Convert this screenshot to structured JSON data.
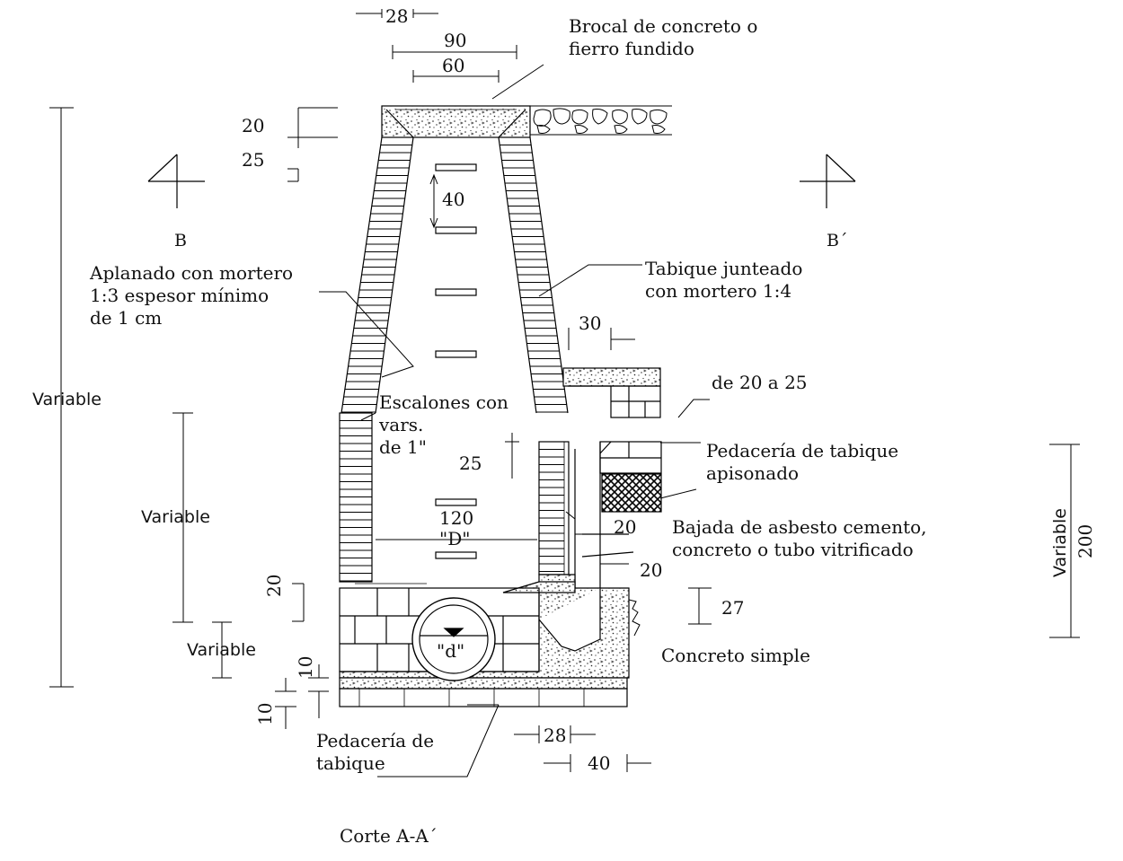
{
  "labels": {
    "brocal": "Brocal de concreto o\nfierro fundido",
    "aplanado": "Aplanado con mortero\n1:3 espesor mínimo\nde 1 cm",
    "tabique_junteado": "Tabique junteado\ncon mortero 1:4",
    "escalones": "Escalones con\nvars.\nde 1\"",
    "pedaceria_apisonado": "Pedacería de tabique\napisonado",
    "bajada": "Bajada de asbesto cemento,\nconcreto o tubo vitrificado",
    "concreto_simple": "Concreto simple",
    "pedaceria": "Pedacería de\ntabique",
    "de_20_a_25": "de 20 a 25",
    "section_mark_left": "B",
    "section_mark_right": "B´",
    "variable_outer": "Variable",
    "variable_mid": "Variable",
    "variable_bottom": "Variable",
    "variable_right": "Variable",
    "caption": "Corte A-A´",
    "diameter_D": "\"D\"",
    "diameter_d": "\"d\""
  },
  "dimensions": {
    "d28_top": "28",
    "d90": "90",
    "d60": "60",
    "d20_top": "20",
    "d25_top": "25",
    "d40": "40",
    "d30": "30",
    "d25_mid": "25",
    "d120": "120",
    "d20_a": "20",
    "d20_b": "20",
    "d20_left": "20",
    "d27": "27",
    "d200": "200",
    "d10_a": "10",
    "d10_b": "10",
    "d28_bottom": "28",
    "d40_bottom": "40"
  }
}
